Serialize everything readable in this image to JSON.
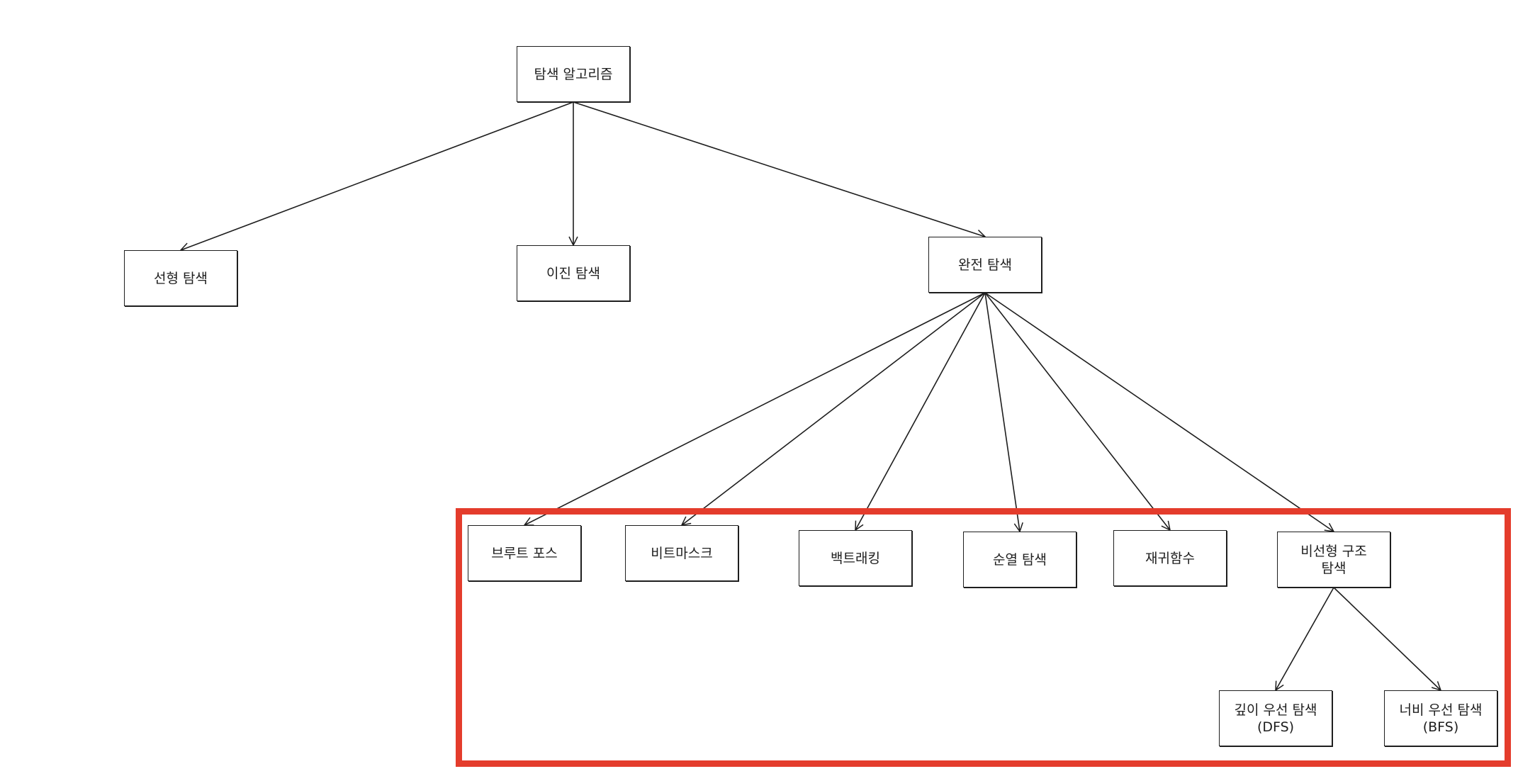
{
  "colors": {
    "stroke": "#1e1e1e",
    "highlight": "#e43c2c",
    "background": "#ffffff"
  },
  "nodes": {
    "root": "탐색 알고리즘",
    "linear": "선형 탐색",
    "binary": "이진 탐색",
    "exhaustive": "완전 탐색",
    "brute_force": "브루트 포스",
    "bitmask": "비트마스크",
    "backtracking": "백트래킹",
    "permutation": "순열 탐색",
    "recursion": "재귀함수",
    "nonlinear": "비선형 구조\n탐색",
    "dfs": "깊이 우선 탐색\n(DFS)",
    "bfs": "너비 우선 탐색\n(BFS)"
  },
  "edges": [
    [
      "root",
      "linear"
    ],
    [
      "root",
      "binary"
    ],
    [
      "root",
      "exhaustive"
    ],
    [
      "exhaustive",
      "brute_force"
    ],
    [
      "exhaustive",
      "bitmask"
    ],
    [
      "exhaustive",
      "backtracking"
    ],
    [
      "exhaustive",
      "permutation"
    ],
    [
      "exhaustive",
      "recursion"
    ],
    [
      "exhaustive",
      "nonlinear"
    ],
    [
      "nonlinear",
      "dfs"
    ],
    [
      "nonlinear",
      "bfs"
    ]
  ]
}
